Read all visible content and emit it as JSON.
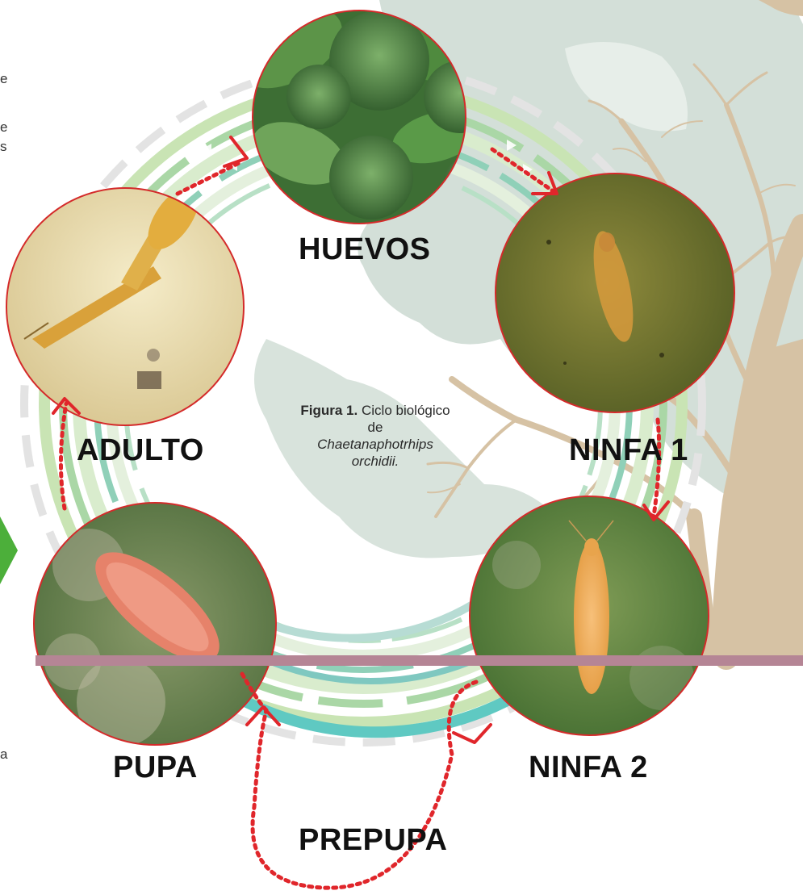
{
  "caption": {
    "bold": "Figura 1.",
    "plain": "Ciclo biológico de",
    "italic": "Chaetanaphotrhips orchidii."
  },
  "stages": [
    {
      "id": "huevos",
      "label": "HUEVOS"
    },
    {
      "id": "ninfa1",
      "label": "NINFA 1"
    },
    {
      "id": "ninfa2",
      "label": "NINFA 2"
    },
    {
      "id": "prepupa",
      "label": "PREPUPA"
    },
    {
      "id": "pupa",
      "label": "PUPA"
    },
    {
      "id": "adulto",
      "label": "ADULTO"
    }
  ],
  "edge_text_fragments": [
    "e",
    "e",
    "s",
    "a"
  ],
  "colors": {
    "arrow": "#e0262b",
    "photo_border": "#d42a2a",
    "divider": "#b58595",
    "tree": "#d6c2a4",
    "foliage": "#cfdcd5",
    "ring_light": "#b9dca0",
    "ring_teal": "#5fc9c2",
    "green_triangle": "#4caf3a"
  }
}
